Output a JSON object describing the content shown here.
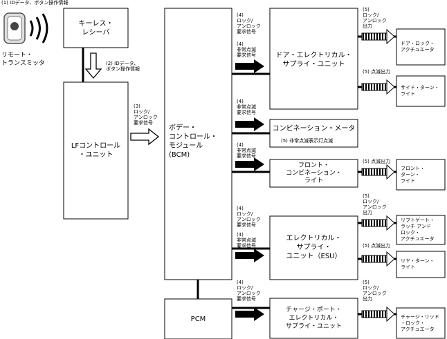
{
  "top_note": "(1) IDデータ、ボタン操作情報",
  "remote": "リモート・\nトランスミッタ",
  "boxes": {
    "keyless": "キーレス・\nレシーバ",
    "lf": "LFコントロール\n・ユニット",
    "bcm": "ボデー・\nコントロール・\nモジュール\n(BCM)",
    "pcm": "PCM",
    "door_esu": "ドア・エレクトリカル・\nサプライ・ユニット",
    "combi": "コンビネーション・メータ",
    "combi_sub": "(5) 非常点滅表示灯点滅",
    "front": "フロント・\nコンビネーション・\nライト",
    "esu": "エレクトリカル・\nサプライ・\nユニット（ESU）",
    "charge": "チャージ・ポート・\nエレクトリカル・\nサプライ・ユニット"
  },
  "outputs": {
    "door_lock": "ドア・ロック・\nアクチュエータ",
    "side_turn": "サイド・ターン・\nライト",
    "front_turn": "フロント・\nターン・\nライト",
    "liftgate": "リフトゲート・\nラッチ アンド\nロック・\nアクチュエータ",
    "rear_turn": "リヤ・ターン・\nライト",
    "charge_lid": "チャージ・リッド\n・ロック・\nアクチュエータ"
  },
  "signals": {
    "s2": "(2) IDデータ、\nボタン操作情報",
    "s3": "(3)\nロック/\nアンロック\n要求信号",
    "s4_lock": "(4)\nロック/\nアンロック\n要求信号",
    "s4_hazard": "(4)\n非常点滅\n要求信号",
    "s5_lock": "(5)\nロック/\nアンロック\n出力",
    "s5_flash": "(5) 点滅出力"
  }
}
